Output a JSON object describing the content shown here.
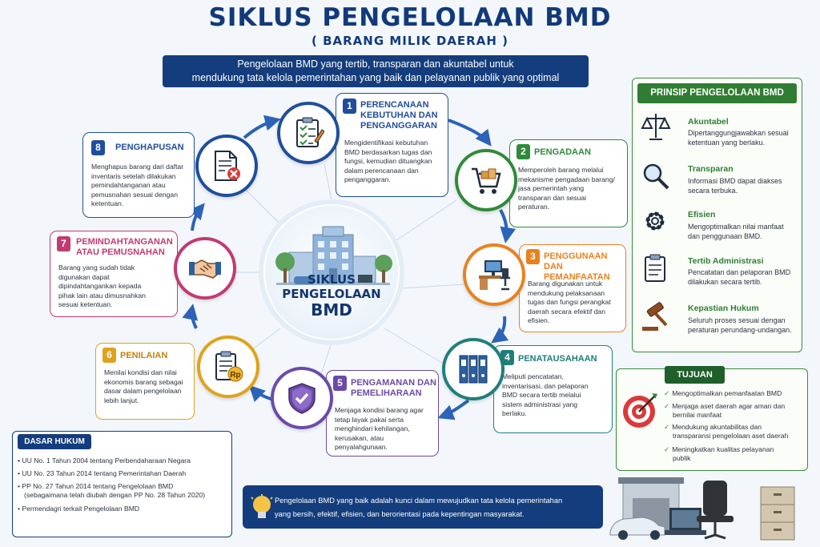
{
  "header": {
    "title": "SIKLUS PENGELOLAAN BMD",
    "subtitle": "( BARANG MILIK DAERAH )",
    "banner_line1": "Pengelolaan BMD yang tertib, transparan dan akuntabel untuk",
    "banner_line2": "mendukung tata kelola pemerintahan yang baik dan pelayanan publik yang optimal"
  },
  "center": {
    "line1": "SIKLUS",
    "line2": "PENGELOLAAN",
    "line3": "BMD"
  },
  "stages": [
    {
      "num": "1",
      "title1": "PERENCANAAN",
      "title2": "KEBUTUHAN DAN",
      "title3": "PENGANGGARAN",
      "desc1": "Mengidentifikasi kebutuhan",
      "desc2": "BMD berdasarkan tugas dan",
      "desc3": "fungsi, kemudian dituangkan",
      "desc4": "dalam perencanaan dan",
      "desc5": "penganggaran.",
      "color": "#1f4e9c",
      "icon": "clipboard-checklist-icon"
    },
    {
      "num": "2",
      "title1": "PENGADAAN",
      "desc1": "Memperoleh barang melalui",
      "desc2": "mekanisme pengadaan barang/",
      "desc3": "jasa pemerintah yang",
      "desc4": "transparan dan sesuai",
      "desc5": "peraturan.",
      "color": "#2f8a3a",
      "icon": "shopping-cart-icon"
    },
    {
      "num": "3",
      "title1": "PENGGUNAAN DAN",
      "title2": "PEMANFAATAN",
      "desc1": "Barang digunakan untuk",
      "desc2": "mendukung pelaksanaan",
      "desc3": "tugas dan fungsi perangkat",
      "desc4": "daerah secara efektif dan",
      "desc5": "efisien.",
      "color": "#e8821e",
      "icon": "office-desk-icon"
    },
    {
      "num": "4",
      "title1": "PENATAUSAHAAN",
      "desc1": "Meliputi pencatatan,",
      "desc2": "inventarisasi, dan pelaporan",
      "desc3": "BMD secara tertib melalui",
      "desc4": "sistem administrasi yang",
      "desc5": "berlaku.",
      "color": "#1f7f7a",
      "icon": "binders-icon"
    },
    {
      "num": "5",
      "title1": "PENGAMANAN DAN",
      "title2": "PEMELIHARAAN",
      "desc1": "Menjaga kondisi barang agar",
      "desc2": "tetap layak pakai serta",
      "desc3": "menghindari kehilangan,",
      "desc4": "kerusakan, atau penyalahgunaan.",
      "color": "#6b4aa8",
      "icon": "shield-check-icon"
    },
    {
      "num": "6",
      "title1": "PENILAIAN",
      "desc1": "Menilai kondisi dan nilai",
      "desc2": "ekonomis barang sebagai",
      "desc3": "dasar dalam pengelolaan",
      "desc4": "lebih lanjut.",
      "color": "#e0a21a",
      "icon": "clipboard-rupiah-icon"
    },
    {
      "num": "7",
      "title1": "PEMINDAHTANGANAN",
      "title2": "ATAU PEMUSNAHAN",
      "desc1": "Barang yang sudah tidak",
      "desc2": "digunakan dapat",
      "desc3": "dipindahtangankan kepada",
      "desc4": "pihak lain atau dimusnahkan",
      "desc5": "sesuai ketentuan.",
      "color": "#c23a73",
      "icon": "handshake-icon"
    },
    {
      "num": "8",
      "title1": "PENGHAPUSAN",
      "desc1": "Menghapus barang dari daftar",
      "desc2": "inventaris setelah dilakukan",
      "desc3": "pemindahtanganan atau",
      "desc4": "pemusnahan sesuai dengan",
      "desc5": "ketentuan.",
      "color": "#1f4e9c",
      "icon": "document-delete-icon"
    }
  ],
  "prinsip": {
    "heading": "PRINSIP PENGELOLAAN BMD",
    "items": [
      {
        "name": "Akuntabel",
        "desc1": "Dipertanggungjawabkan sesuai",
        "desc2": "ketentuan yang berlaku.",
        "icon": "scale-icon"
      },
      {
        "name": "Transparan",
        "desc1": "Informasi BMD dapat diakses",
        "desc2": "secara terbuka.",
        "icon": "magnifier-icon"
      },
      {
        "name": "Efisien",
        "desc1": "Mengoptimalkan nilai manfaat",
        "desc2": "dan penggunaan BMD.",
        "icon": "gear-icon"
      },
      {
        "name": "Tertib Administrasi",
        "desc1": "Pencatatan dan pelaporan BMD",
        "desc2": "dilakukan secara tertib.",
        "icon": "clipboard-icon"
      },
      {
        "name": "Kepastian Hukum",
        "desc1": "Seluruh proses sesuai dengan",
        "desc2": "peraturan perundang-undangan.",
        "icon": "gavel-icon"
      }
    ]
  },
  "tujuan": {
    "heading": "TUJUAN",
    "items": [
      {
        "l1": "Mengoptimalkan pemanfaatan BMD"
      },
      {
        "l1": "Menjaga aset daerah agar aman dan",
        "l2": "bernilai manfaat"
      },
      {
        "l1": "Mendukung akuntabilitas dan",
        "l2": "transparansi pengelolaan aset daerah"
      },
      {
        "l1": "Meningkatkan kualitas pelayanan",
        "l2": "publik"
      }
    ]
  },
  "dasar": {
    "heading": "DASAR HUKUM",
    "items": [
      {
        "l1": "UU No. 1 Tahun 2004 tentang Perbendaharaan Negara"
      },
      {
        "l1": "UU No. 23 Tahun 2014 tentang Pemerintahan Daerah"
      },
      {
        "l1": "PP No. 27 Tahun 2014 tentang Pengelolaan BMD",
        "l2": "(sebagaimana telah diubah dengan PP No. 28 Tahun 2020)"
      },
      {
        "l1": "Permendagri terkait Pengelolaan BMD"
      }
    ]
  },
  "footer": {
    "line1": "Pengelolaan BMD yang baik adalah kunci dalam mewujudkan tata kelola pemerintahan",
    "line2": "yang bersih, efektif, efisien, dan berorientasi pada kepentingan masyarakat."
  }
}
